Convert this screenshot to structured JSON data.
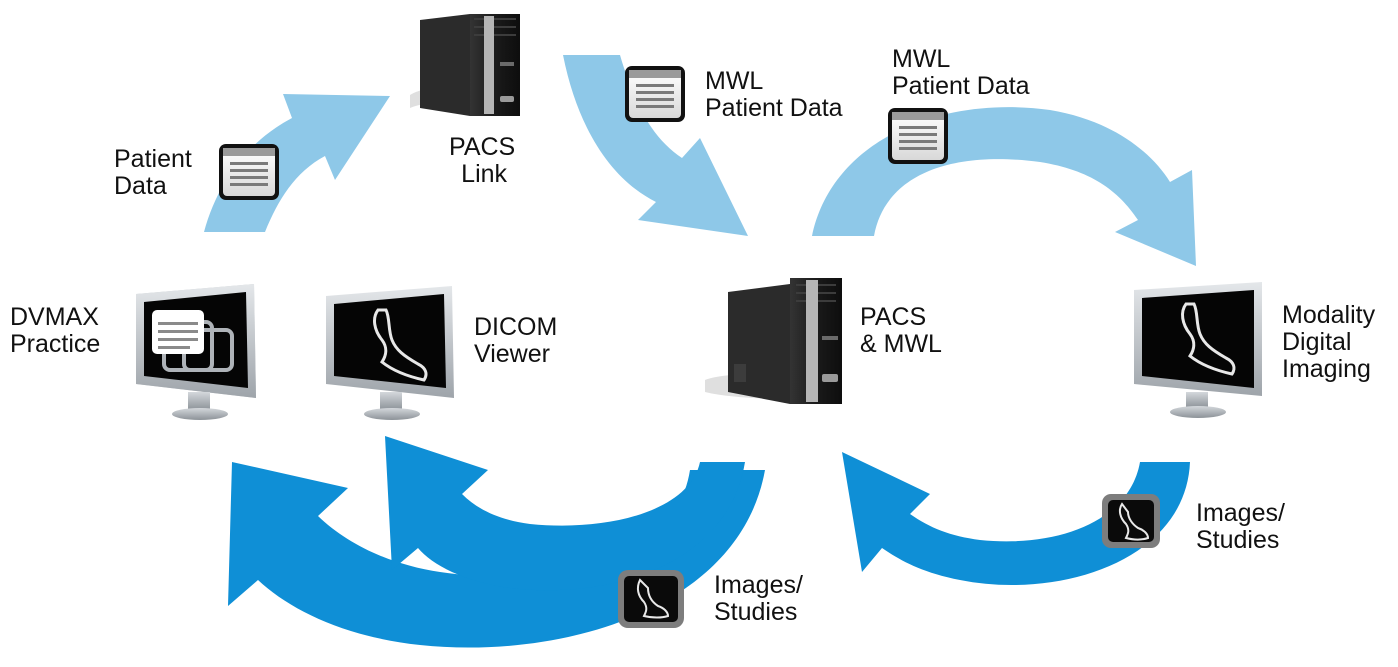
{
  "colors": {
    "arrow_light": "#8ec8e8",
    "arrow_dark": "#0f8fd6",
    "tower_body": "#1b1b1b",
    "monitor_frame": "#c9cdd1",
    "screen": "#050505",
    "card_fill": "#f2f2f2",
    "text": "#111111"
  },
  "nodes": {
    "pacs_link": {
      "icon": "server-tower-icon",
      "line1": "PACS",
      "line2": "Link"
    },
    "pacs_mwl": {
      "icon": "server-tower-icon",
      "line1": "PACS",
      "line2": "& MWL"
    },
    "dvmax": {
      "icon": "monitor-with-documents-icon",
      "line1": "DVMAX",
      "line2": "Practice"
    },
    "dicom_viewer": {
      "icon": "monitor-with-xray-icon",
      "line1": "DICOM",
      "line2": "Viewer"
    },
    "modality": {
      "icon": "monitor-with-xray-icon",
      "line1": "Modality",
      "line2": "Digital",
      "line3": "Imaging"
    }
  },
  "flows": {
    "patient_data": {
      "icon": "document-card-icon",
      "line1": "Patient",
      "line2": "Data"
    },
    "mwl_to_pacs": {
      "icon": "document-card-icon",
      "line1": "MWL",
      "line2": "Patient Data"
    },
    "mwl_to_modality": {
      "icon": "document-card-icon",
      "line1": "MWL",
      "line2": "Patient Data"
    },
    "images_from_modality": {
      "icon": "xray-image-card-icon",
      "line1": "Images/",
      "line2": "Studies"
    },
    "images_to_viewers": {
      "icon": "xray-image-card-icon",
      "line1": "Images/",
      "line2": "Studies"
    }
  }
}
